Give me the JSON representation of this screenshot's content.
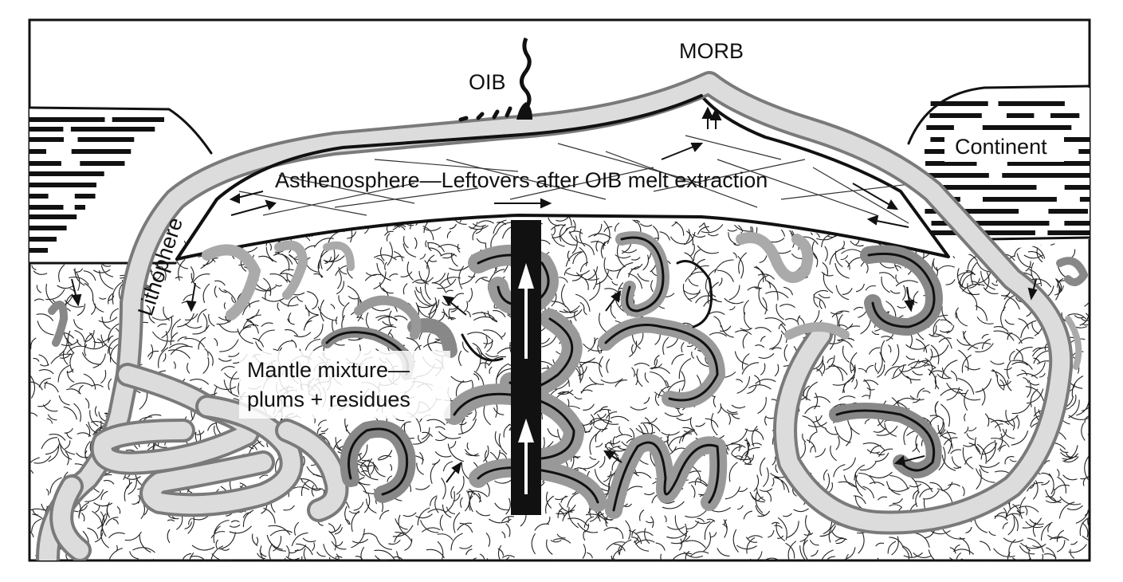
{
  "labels": {
    "oib": "OIB",
    "morb": "MORB",
    "continent": "Continent",
    "asthenosphere": "Asthenosphere—Leftovers after OIB melt extraction",
    "lithosphere": "Lithophere",
    "mantle_line1": "Mantle mixture—",
    "mantle_line2": "plums + residues"
  },
  "colors": {
    "ink": "#111111",
    "band_edge": "#7a7a7a",
    "band_fill": "#dcdcdc",
    "background": "#ffffff"
  }
}
